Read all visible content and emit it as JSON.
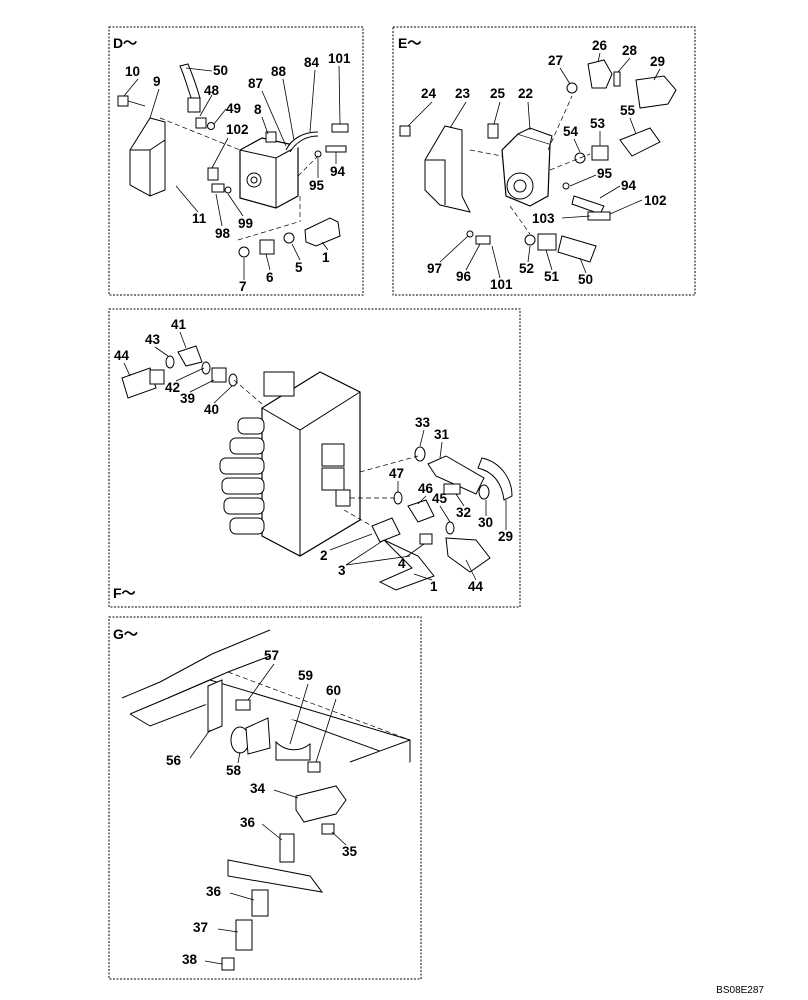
{
  "panels": {
    "d": {
      "label": "D～"
    },
    "e": {
      "label": "E～"
    },
    "f": {
      "label": "F～"
    },
    "g": {
      "label": "G～"
    }
  },
  "callouts": {
    "d": [
      "10",
      "9",
      "50",
      "48",
      "49",
      "87",
      "88",
      "84",
      "101",
      "8",
      "102",
      "95",
      "94",
      "11",
      "99",
      "98",
      "1",
      "5",
      "6",
      "7"
    ],
    "e": [
      "27",
      "26",
      "28",
      "29",
      "24",
      "23",
      "25",
      "22",
      "54",
      "53",
      "55",
      "95",
      "94",
      "102",
      "103",
      "97",
      "96",
      "101",
      "52",
      "51",
      "50"
    ],
    "f": [
      "41",
      "43",
      "44",
      "42",
      "39",
      "40",
      "33",
      "31",
      "47",
      "46",
      "32",
      "30",
      "29",
      "45",
      "2",
      "3",
      "4",
      "1",
      "44"
    ],
    "g": [
      "57",
      "59",
      "60",
      "56",
      "58",
      "34",
      "36",
      "35",
      "36",
      "37",
      "38"
    ]
  },
  "document_id": "BS08E287"
}
